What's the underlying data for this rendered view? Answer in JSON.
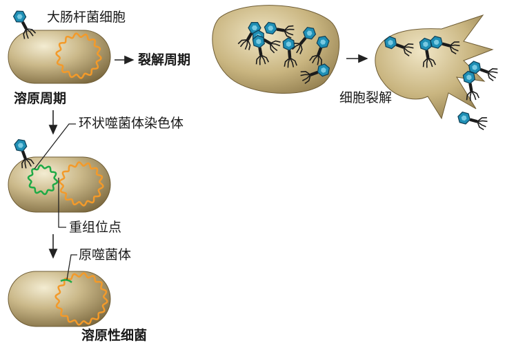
{
  "labels": {
    "host_cell": "大肠杆菌细胞",
    "lytic_cycle": "裂解周期",
    "lysogenic_cycle": "溶原周期",
    "circular_phage_chromosome": "环状噬菌体染色体",
    "recombination_site": "重组位点",
    "prophage": "原噬菌体",
    "cell_lysis": "细胞裂解",
    "lysogenic_bacterium": "溶原性细菌"
  },
  "colors": {
    "cell_body": "#b8a475",
    "cell_highlight": "#efe7cc",
    "cell_shadow": "#7d6a40",
    "bacterial_dna": "#f39a2a",
    "phage_dna": "#1eaa46",
    "phage_head": "#1f8fb5",
    "phage_body": "#1b1b1b",
    "arrow": "#222222"
  },
  "icons": [
    "bacteriophage-icon",
    "arrow-icon"
  ]
}
